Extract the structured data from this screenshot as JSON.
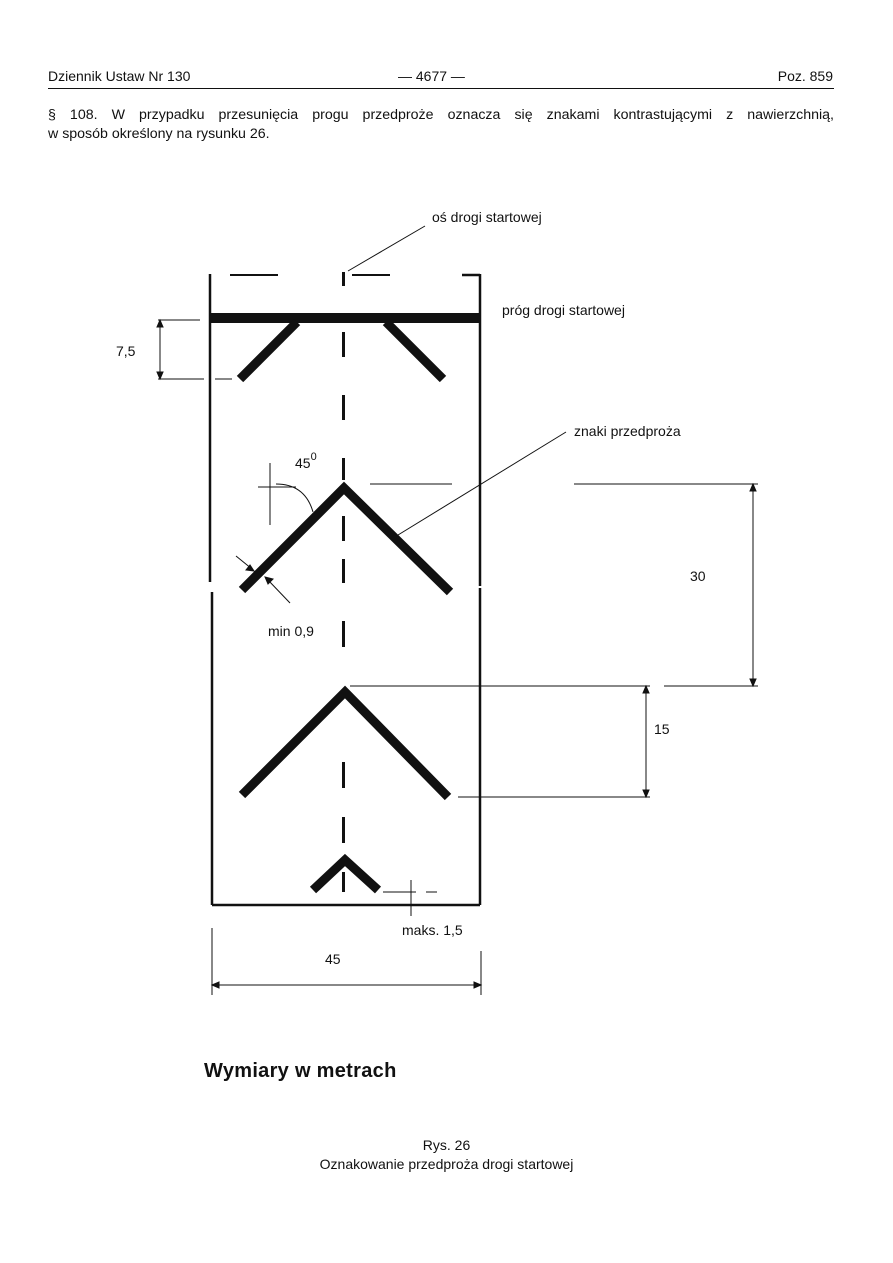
{
  "header": {
    "left": "Dziennik Ustaw Nr 130",
    "center": "— 4677 —",
    "right": "Poz. 859"
  },
  "paragraph": {
    "line1": "§ 108. W przypadku przesunięcia progu przedproże oznacza się znakami kontrastującymi z nawierzchnią,",
    "line2": "w sposób określony na rysunku 26."
  },
  "figure": {
    "labels": {
      "axis": "oś drogi startowej",
      "threshold": "próg drogi startowej",
      "markings": "znaki przedproża",
      "angle": "45",
      "angle_sup": "0",
      "min_width": "min 0,9",
      "max_gap": "maks. 1,5"
    },
    "dimensions": {
      "threshold_offset": "7,5",
      "spacing": "30",
      "chevron_depth": "15",
      "width": "45"
    }
  },
  "units_note": "Wymiary w metrach",
  "caption": {
    "number": "Rys. 26",
    "title": "Oznakowanie przedproża drogi startowej"
  }
}
